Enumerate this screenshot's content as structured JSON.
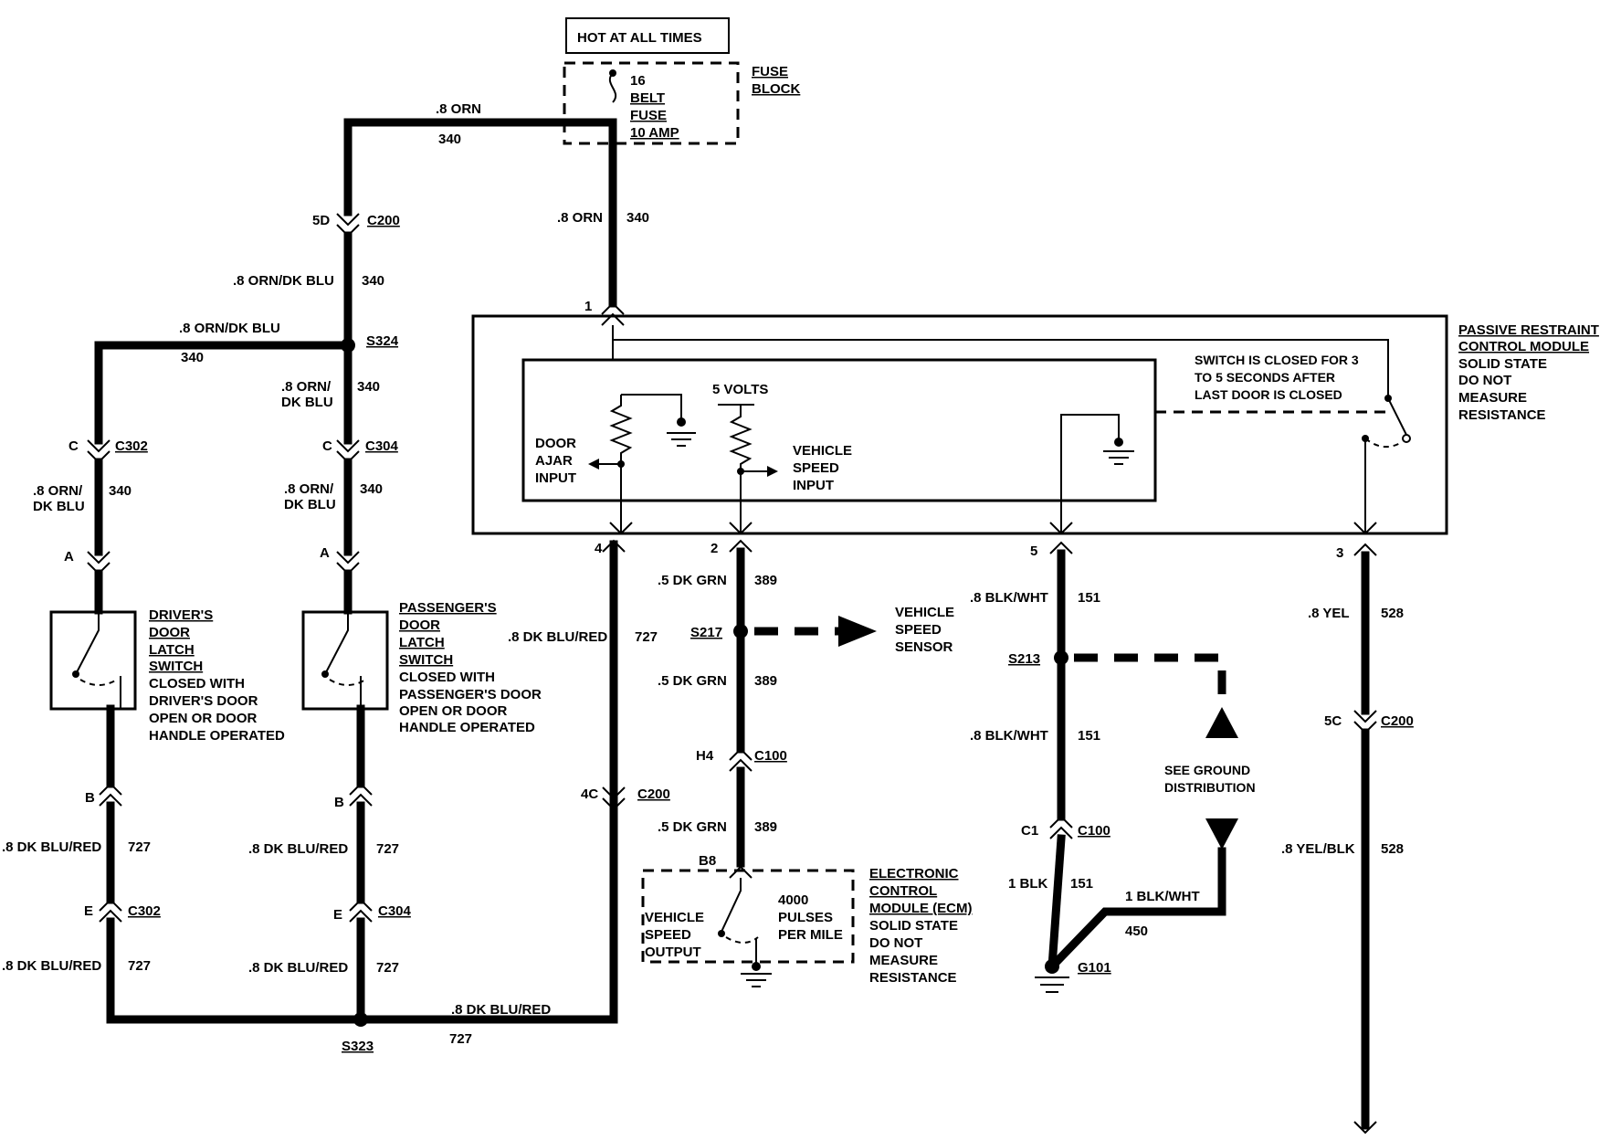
{
  "power": {
    "label": "HOT AT ALL TIMES"
  },
  "fuse": {
    "lines": [
      "16",
      "BELT",
      "FUSE",
      "10 AMP"
    ],
    "block_label": [
      "FUSE",
      "BLOCK"
    ]
  },
  "module": {
    "name": [
      "PASSIVE RESTRAINT",
      "CONTROL MODULE"
    ],
    "notes": [
      "SOLID STATE",
      "DO NOT",
      "MEASURE",
      "RESISTANCE"
    ],
    "switch_note": [
      "SWITCH IS CLOSED FOR 3",
      "TO 5 SECONDS AFTER",
      "LAST DOOR IS CLOSED"
    ],
    "five_volts": "5 VOLTS",
    "door_ajar": [
      "DOOR",
      "AJAR",
      "INPUT"
    ],
    "vehicle_speed_input": [
      "VEHICLE",
      "SPEED",
      "INPUT"
    ],
    "pins": {
      "p1": "1",
      "p4": "4",
      "p2": "2",
      "p5": "5",
      "p3": "3"
    }
  },
  "wires": {
    "top_left": {
      "gauge": ".8 ORN",
      "circuit": "340"
    },
    "fuse_down": {
      "gauge": ".8 ORN",
      "circuit": "340"
    },
    "c200_down": {
      "gauge": ".8 ORN/DK BLU",
      "circuit": "340"
    },
    "s324_left": {
      "gauge": ".8 ORN/DK BLU",
      "circuit": "340"
    },
    "s324_down": {
      "gauge": [
        ".8 ORN/",
        "DK BLU"
      ],
      "circuit": "340"
    },
    "c302_down": {
      "gauge": [
        ".8 ORN/",
        "DK BLU"
      ],
      "circuit": "340"
    },
    "c304_down": {
      "gauge": [
        ".8 ORN/",
        "DK BLU"
      ],
      "circuit": "340"
    },
    "drv_b_e": {
      "gauge": ".8 DK BLU/RED",
      "circuit": "727"
    },
    "drv_e_s323": {
      "gauge": ".8 DK BLU/RED",
      "circuit": "727"
    },
    "pas_b_e": {
      "gauge": ".8 DK BLU/RED",
      "circuit": "727"
    },
    "pas_e_s323": {
      "gauge": ".8 DK BLU/RED",
      "circuit": "727"
    },
    "s323_right": {
      "gauge": ".8 DK BLU/RED",
      "circuit": "727"
    },
    "pin4_down": {
      "gauge": ".8 DK BLU/RED",
      "circuit": "727"
    },
    "pin2_down": {
      "gauge": ".5 DK GRN",
      "circuit": "389"
    },
    "s217_down": {
      "gauge": ".5 DK GRN",
      "circuit": "389"
    },
    "c100_down": {
      "gauge": ".5 DK GRN",
      "circuit": "389"
    },
    "pin5_down": {
      "gauge": ".8 BLK/WHT",
      "circuit": "151"
    },
    "s213_down": {
      "gauge": ".8 BLK/WHT",
      "circuit": "151"
    },
    "c1_down": {
      "gauge": "1 BLK",
      "circuit": "151"
    },
    "g101_right": {
      "gauge": "1 BLK/WHT",
      "circuit": "450"
    },
    "pin3_down": {
      "gauge": ".8 YEL",
      "circuit": "528"
    },
    "c200_5c_down": {
      "gauge": ".8 YEL/BLK",
      "circuit": "528"
    }
  },
  "connectors": {
    "c200_top": {
      "pin": "5D",
      "name": "C200"
    },
    "c302_top": {
      "pin": "C",
      "name": "C302"
    },
    "c304_top": {
      "pin": "C",
      "name": "C304"
    },
    "drv_a": {
      "pin": "A"
    },
    "pas_a": {
      "pin": "A"
    },
    "drv_b": {
      "pin": "B"
    },
    "pas_b": {
      "pin": "B"
    },
    "c302_bot": {
      "pin": "E",
      "name": "C302"
    },
    "c304_bot": {
      "pin": "E",
      "name": "C304"
    },
    "c200_4c": {
      "pin": "4C",
      "name": "C200"
    },
    "c100_h4": {
      "pin": "H4",
      "name": "C100"
    },
    "ecm_b8": {
      "pin": "B8"
    },
    "c100_c1": {
      "pin": "C1",
      "name": "C100"
    },
    "c200_5c": {
      "pin": "5C",
      "name": "C200"
    }
  },
  "splices": {
    "s324": "S324",
    "s323": "S323",
    "s217": "S217",
    "s213": "S213",
    "g101": "G101"
  },
  "drivers_switch": {
    "name": [
      "DRIVER'S",
      "DOOR",
      "LATCH",
      "SWITCH"
    ],
    "desc": [
      "CLOSED WITH",
      "DRIVER'S DOOR",
      "OPEN OR DOOR",
      "HANDLE OPERATED"
    ]
  },
  "passengers_switch": {
    "name": [
      "PASSENGER'S",
      "DOOR",
      "LATCH",
      "SWITCH"
    ],
    "desc": [
      "CLOSED WITH",
      "PASSENGER'S DOOR",
      "OPEN OR DOOR",
      "HANDLE OPERATED"
    ]
  },
  "vehicle_speed_sensor": [
    "VEHICLE",
    "SPEED",
    "SENSOR"
  ],
  "ground_dist": [
    "SEE GROUND",
    "DISTRIBUTION"
  ],
  "ecm": {
    "output": [
      "VEHICLE",
      "SPEED",
      "OUTPUT"
    ],
    "pulses": [
      "4000",
      "PULSES",
      "PER MILE"
    ],
    "name": [
      "ELECTRONIC",
      "CONTROL",
      "MODULE (ECM)"
    ],
    "notes": [
      "SOLID STATE",
      "DO NOT",
      "MEASURE",
      "RESISTANCE"
    ]
  }
}
